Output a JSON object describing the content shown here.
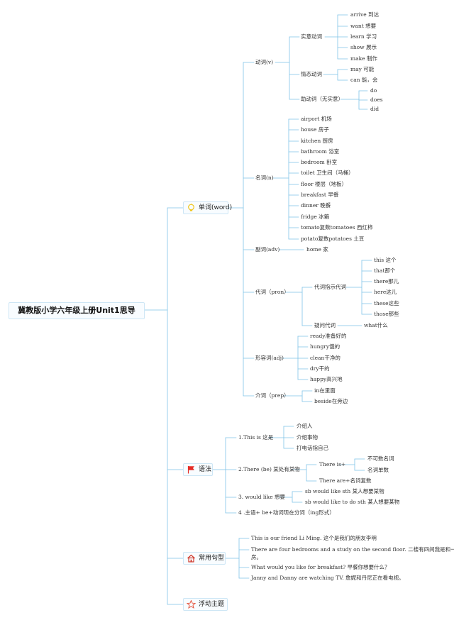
{
  "root": "冀教版小学六年级上册Unit1思导",
  "branches": {
    "words": {
      "label": "单词(word)",
      "icon": "lightbulb-icon"
    },
    "grammar": {
      "label": "语法",
      "icon": "flag-icon"
    },
    "sentences": {
      "label": "常用句型",
      "icon": "house-icon"
    },
    "float": {
      "label": "浮动主题",
      "icon": "star-icon"
    }
  },
  "words": {
    "verb": {
      "label": "动词(v)",
      "real": {
        "label": "实意动词",
        "items": [
          "arrive 到达",
          "want 想要",
          "learn 学习",
          "show 展示",
          "make 制作"
        ]
      },
      "modal": {
        "label": "情态动词",
        "items": [
          "may 可能",
          "can 能，会"
        ]
      },
      "aux": {
        "label": "助动词（无实意）",
        "items": [
          "do",
          "does",
          "did"
        ]
      }
    },
    "noun": {
      "label": "名词(n)",
      "items": [
        "airport 机场",
        "house 房子",
        "kitchen 厨房",
        "bathroom 浴室",
        "bedroom 卧室",
        "toilet 卫生间（马桶）",
        "floor 楼层（地板）",
        "breakfast 早餐",
        "dinner 晚餐",
        "fridge 冰箱",
        "tomato复数tomatoes 西红柿",
        "potato复数potatoes 土豆"
      ]
    },
    "adv": {
      "label": "副词(adv)",
      "items": [
        "home 家"
      ]
    },
    "pron": {
      "label": "代词（pron）",
      "demo": {
        "label": "代词指示代词",
        "items": [
          "this 这个",
          "that那个",
          "there那儿",
          "here这儿",
          "these这些",
          "those那些"
        ]
      },
      "inter": {
        "label": "疑问代词",
        "items": [
          "what什么"
        ]
      }
    },
    "adj": {
      "label": "形容词(adj)",
      "items": [
        "ready准备好的",
        "hungry饿的",
        "clean干净的",
        "dry干的",
        "happy高兴地"
      ]
    },
    "prep": {
      "label": "介词（prep）",
      "items": [
        "in在里面",
        "beside在旁边"
      ]
    }
  },
  "grammar": {
    "g1": {
      "label": "1.This is 这是",
      "items": [
        "介绍人",
        "介绍事物",
        "打电话指自己"
      ]
    },
    "g2": {
      "label": "2.There (be) 某处有某物",
      "is": {
        "label": "There is+",
        "items": [
          "不可数名词",
          "名词单数"
        ]
      },
      "are": "There are+名词复数"
    },
    "g3": {
      "label": "3. would like 想要",
      "items": [
        "sb would like sth 某人想要某物",
        "sb would like to do sth 某人想要某物"
      ]
    },
    "g4": {
      "label": "4 .主语+ be+动词现在分词（ing形式）"
    }
  },
  "sentences": {
    "s1": "This is our friend Li Ming. 这个是我们的朋友李明",
    "s2a": "There are four bedrooms and a study on the second floor. 二楼有四间我是和一间书",
    "s2b": "房。",
    "s3": "What would you like for breakfast? 早餐你想要什么？",
    "s4": "Janny and Danny are watching TV. 詹妮和丹尼正在看电视。"
  },
  "colors": {
    "line": "#7fc3e8",
    "box_border": "#cde6f5",
    "box_fill": "#f8fcff",
    "icon_yellow": "#f0c419",
    "icon_red": "#e52d27",
    "icon_red_house": "#d0392b",
    "icon_star": "#e4553f"
  }
}
